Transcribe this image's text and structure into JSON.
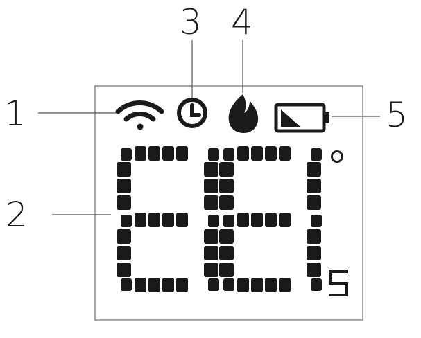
{
  "callouts": [
    {
      "id": 1,
      "label": "1"
    },
    {
      "id": 2,
      "label": "2"
    },
    {
      "id": 3,
      "label": "3"
    },
    {
      "id": 4,
      "label": "4"
    },
    {
      "id": 5,
      "label": "5"
    }
  ],
  "display": {
    "degree_symbol": "°",
    "seconds_unit": "S",
    "icons": [
      "wifi-icon",
      "clock-icon",
      "flame-icon",
      "battery-icon"
    ]
  },
  "colors": {
    "ink": "#1a1a1a",
    "frame": "#8c8c8c",
    "leader": "#555555"
  }
}
